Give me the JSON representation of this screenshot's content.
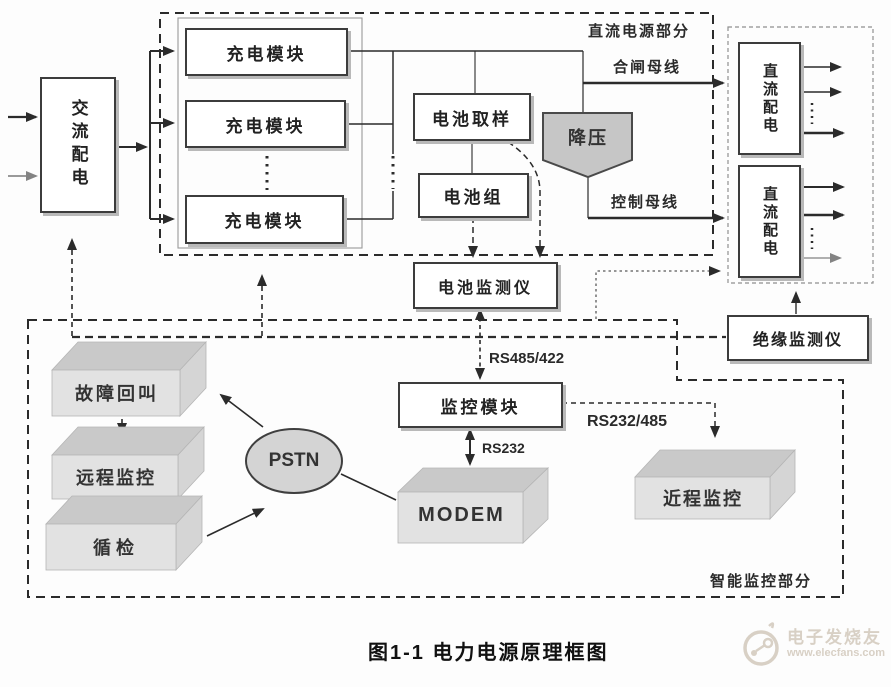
{
  "caption": "图1-1 电力电源原理框图",
  "section_labels": {
    "dc_power": "直流电源部分",
    "smart": "智能监控部分"
  },
  "blocks": {
    "ac_dist": "交流配电",
    "charge_module_1": "充电模块",
    "charge_module_2": "充电模块",
    "charge_module_3": "充电模块",
    "battery_sample": "电池取样",
    "battery_group": "电池组",
    "buck": "降压",
    "battery_monitor": "电池监测仪",
    "monitor_module": "监控模块",
    "insulation_monitor": "绝缘监测仪",
    "dc_dist_1": "直流配电",
    "dc_dist_2": "直流配电",
    "fault_callback": "故障回叫",
    "remote_monitor": "远程监控",
    "patrol": "循检",
    "pstn": "PSTN",
    "modem": "MODEM",
    "near_monitor": "近程监控"
  },
  "bus_labels": {
    "closing_bus": "合闸母线",
    "control_bus": "控制母线"
  },
  "link_labels": {
    "rs485_422": "RS485/422",
    "rs232": "RS232",
    "rs232_485": "RS232/485"
  },
  "watermark": {
    "brand": "电子发烧友",
    "url": "www.elecfans.com"
  },
  "colors": {
    "line": "#2b2b2b",
    "buck_fill": "#c6c6c6",
    "pstn_fill": "#d4d4d4",
    "slab_front": "#e2e2e2",
    "slab_top": "#c9c9c9",
    "slab_side": "#d5d5d5",
    "watermark": "#d8d0c5"
  }
}
